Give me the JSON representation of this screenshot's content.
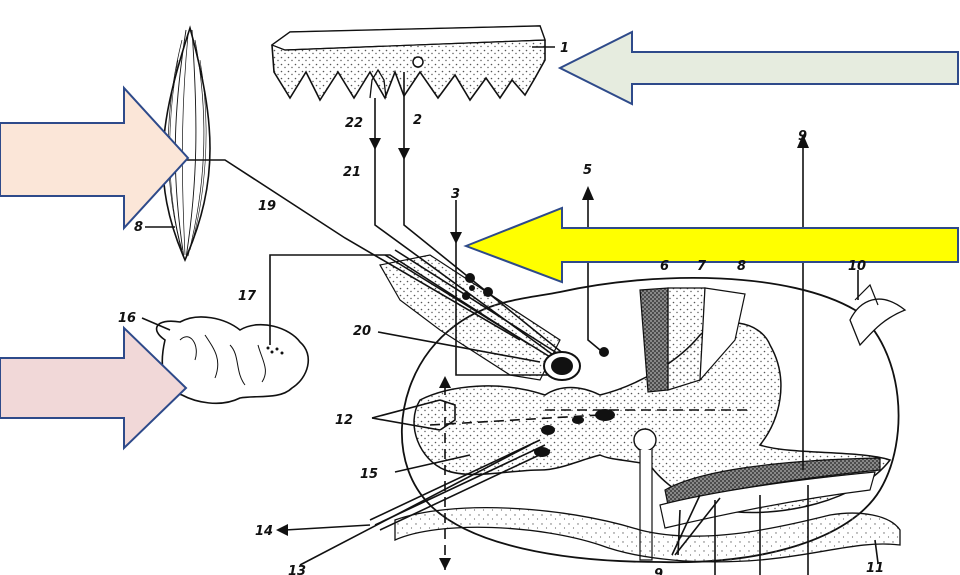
{
  "labels": {
    "n1": "1",
    "n2": "2",
    "n3": "3",
    "n5": "5",
    "n6": "6",
    "n7": "7",
    "n8": "8",
    "n9": "9",
    "n10": "10",
    "n11": "11",
    "n12": "12",
    "n13": "13",
    "n14": "14",
    "n15": "15",
    "n16": "16",
    "n17": "17",
    "n18": "8",
    "n19": "19",
    "n20": "20",
    "n21": "21",
    "n22": "22",
    "n9b": "9"
  },
  "colors": {
    "arrow_skin": "#e6ecdf",
    "arrow_muscle": "#fbe6d8",
    "arrow_organ": "#f1d8d8",
    "arrow_root": "#ffff00",
    "arrow_stroke": "#2e4a8a",
    "ink": "#111111",
    "dot": "#555555"
  }
}
